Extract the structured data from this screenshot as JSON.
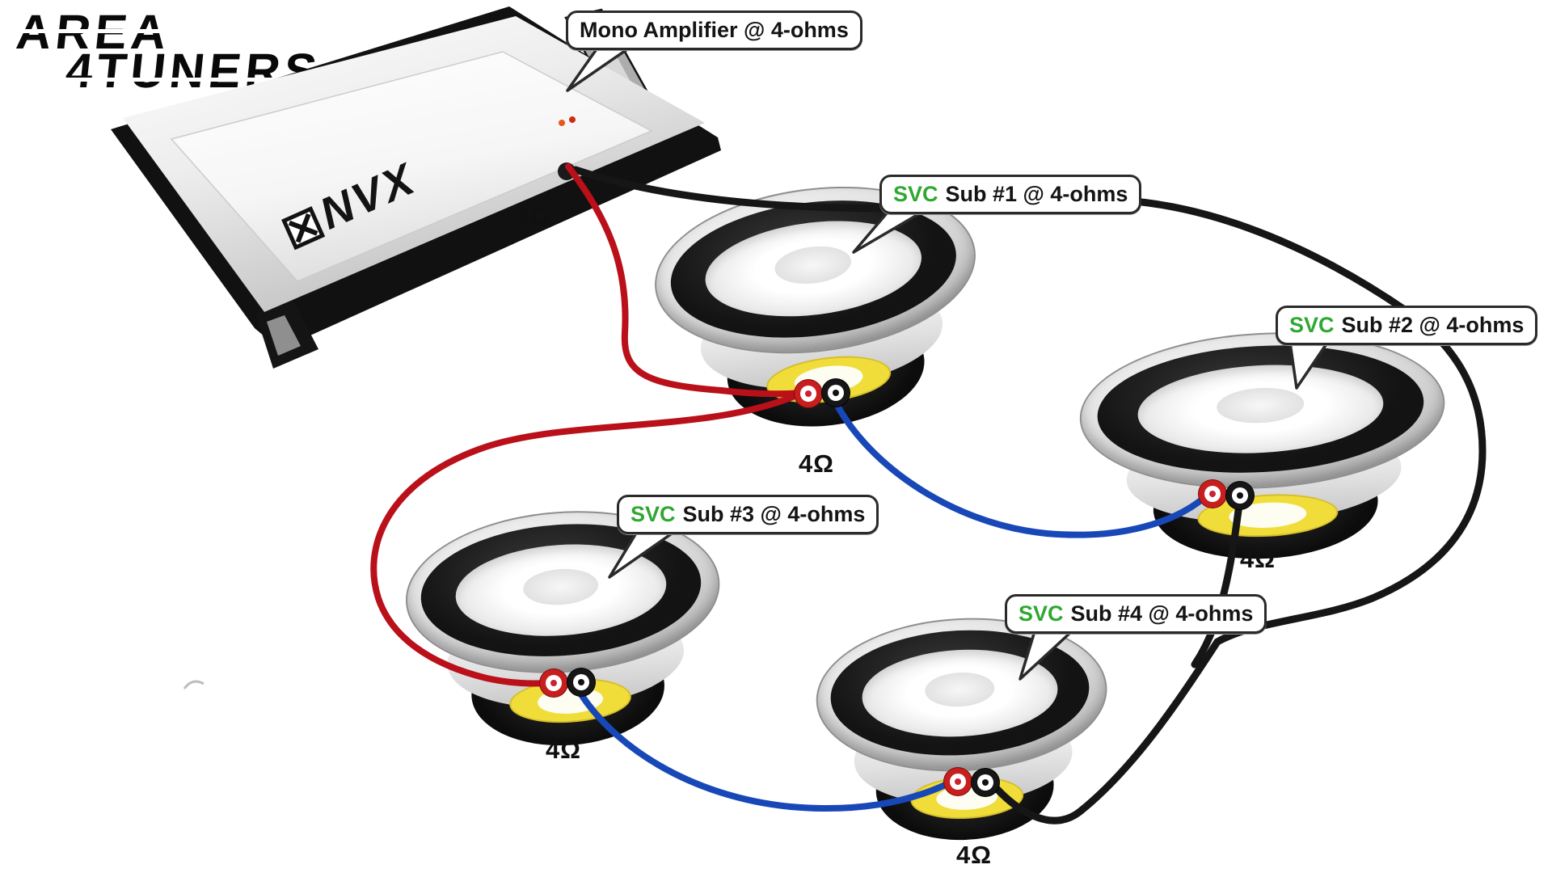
{
  "brand_logo": {
    "line1": "AREA",
    "line2": "4TUNERS"
  },
  "amplifier": {
    "brand": "NVX",
    "callout_label": "Mono Amplifier @ 4-ohms",
    "impedance": "4Ω"
  },
  "subwoofers": [
    {
      "svc": "SVC",
      "label": "Sub #1 @ 4-ohms",
      "impedance": "4Ω"
    },
    {
      "svc": "SVC",
      "label": "Sub #2 @ 4-ohms",
      "impedance": "4Ω"
    },
    {
      "svc": "SVC",
      "label": "Sub #3 @ 4-ohms",
      "impedance": "4Ω"
    },
    {
      "svc": "SVC",
      "label": "Sub #4 @ 4-ohms",
      "impedance": "4Ω"
    }
  ],
  "wiring": {
    "amp_positive_wire_color": "#b9101a",
    "series_wire_color": "#1848b8",
    "ground_wire_color": "#161616",
    "svc_text_color": "#2fa832",
    "terminal_positive_color": "#c81e1e",
    "terminal_negative_color": "#161616"
  }
}
